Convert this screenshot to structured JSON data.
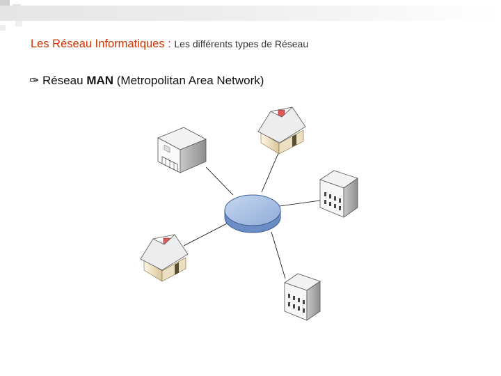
{
  "slide": {
    "title_main": "Les Réseau Informatiques : ",
    "title_sub": "Les différents types de Réseau",
    "bullet_icon": "pencil-icon",
    "bullet_glyph": "✑",
    "bullet_pre": "Réseau ",
    "bullet_bold": "MAN",
    "bullet_post": " (Metropolitan Area Network)"
  },
  "diagram": {
    "hub": "network-hub-disc",
    "nodes": [
      "office-building-node",
      "house-node-top",
      "tower-building-node-right",
      "house-node-left",
      "tower-building-node-bottom"
    ],
    "colors": {
      "hub": "#a8c2e6",
      "hub_edge": "#3e5f93",
      "house_wall": "#f2e6cc",
      "roof": "#e8e8e8",
      "chimney": "#e05a5a",
      "building": "#eeeeee",
      "line": "#000000"
    }
  }
}
